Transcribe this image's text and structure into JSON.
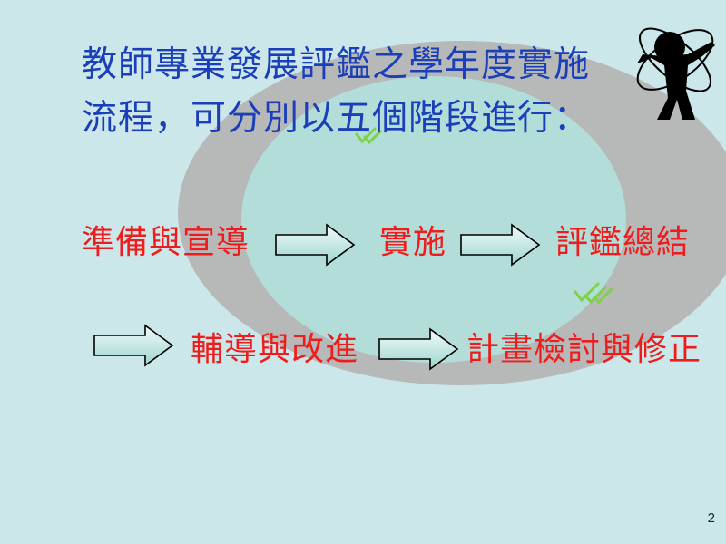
{
  "slide": {
    "title": "教師專業發展評鑑之學年度實施流程，可分別以五個階段進行：",
    "steps": [
      "準備與宣導",
      "實施",
      "評鑑總結",
      "輔導與改進",
      "計畫檢討與修正"
    ],
    "page_number": "2"
  },
  "colors": {
    "background": "#cce7e9",
    "title": "#1a3fb8",
    "steps": "#ee1c1c",
    "ellipse_outer": "#b7b8b8",
    "ellipse_inner": "#b3ddd9"
  },
  "icons": {
    "logo": "person-with-orbits-logo",
    "arrow": "right-arrow-icon",
    "decoration": "checkmark-leaf-icon"
  }
}
